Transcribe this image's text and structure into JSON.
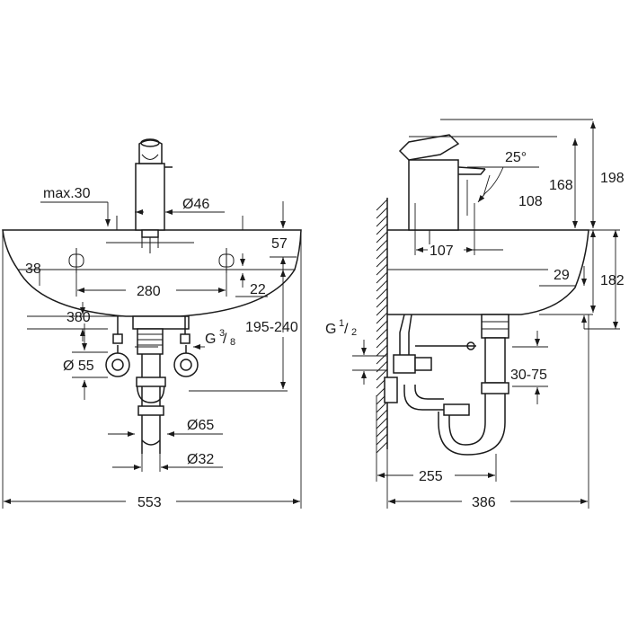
{
  "front_view": {
    "dim_max30": "max.30",
    "dim_dia46": "Ø46",
    "dim_57": "57",
    "dim_38": "38",
    "dim_280": "280",
    "dim_22": "22",
    "dim_380": "380",
    "dim_195_240": "195-240",
    "thread_g38": {
      "base": "G",
      "sup": "3",
      "sub": "8"
    },
    "dim_dia55": "Ø 55",
    "dim_dia65": "Ø65",
    "dim_dia32": "Ø32",
    "dim_553": "553"
  },
  "side_view": {
    "dim_angle": "25°",
    "dim_168": "168",
    "dim_198": "198",
    "dim_108": "108",
    "dim_107": "107",
    "dim_29": "29",
    "dim_182": "182",
    "thread_g12": {
      "base": "G",
      "sup": "1",
      "sub": "2"
    },
    "dim_30_75": "30-75",
    "dim_255": "255",
    "dim_386": "386"
  }
}
